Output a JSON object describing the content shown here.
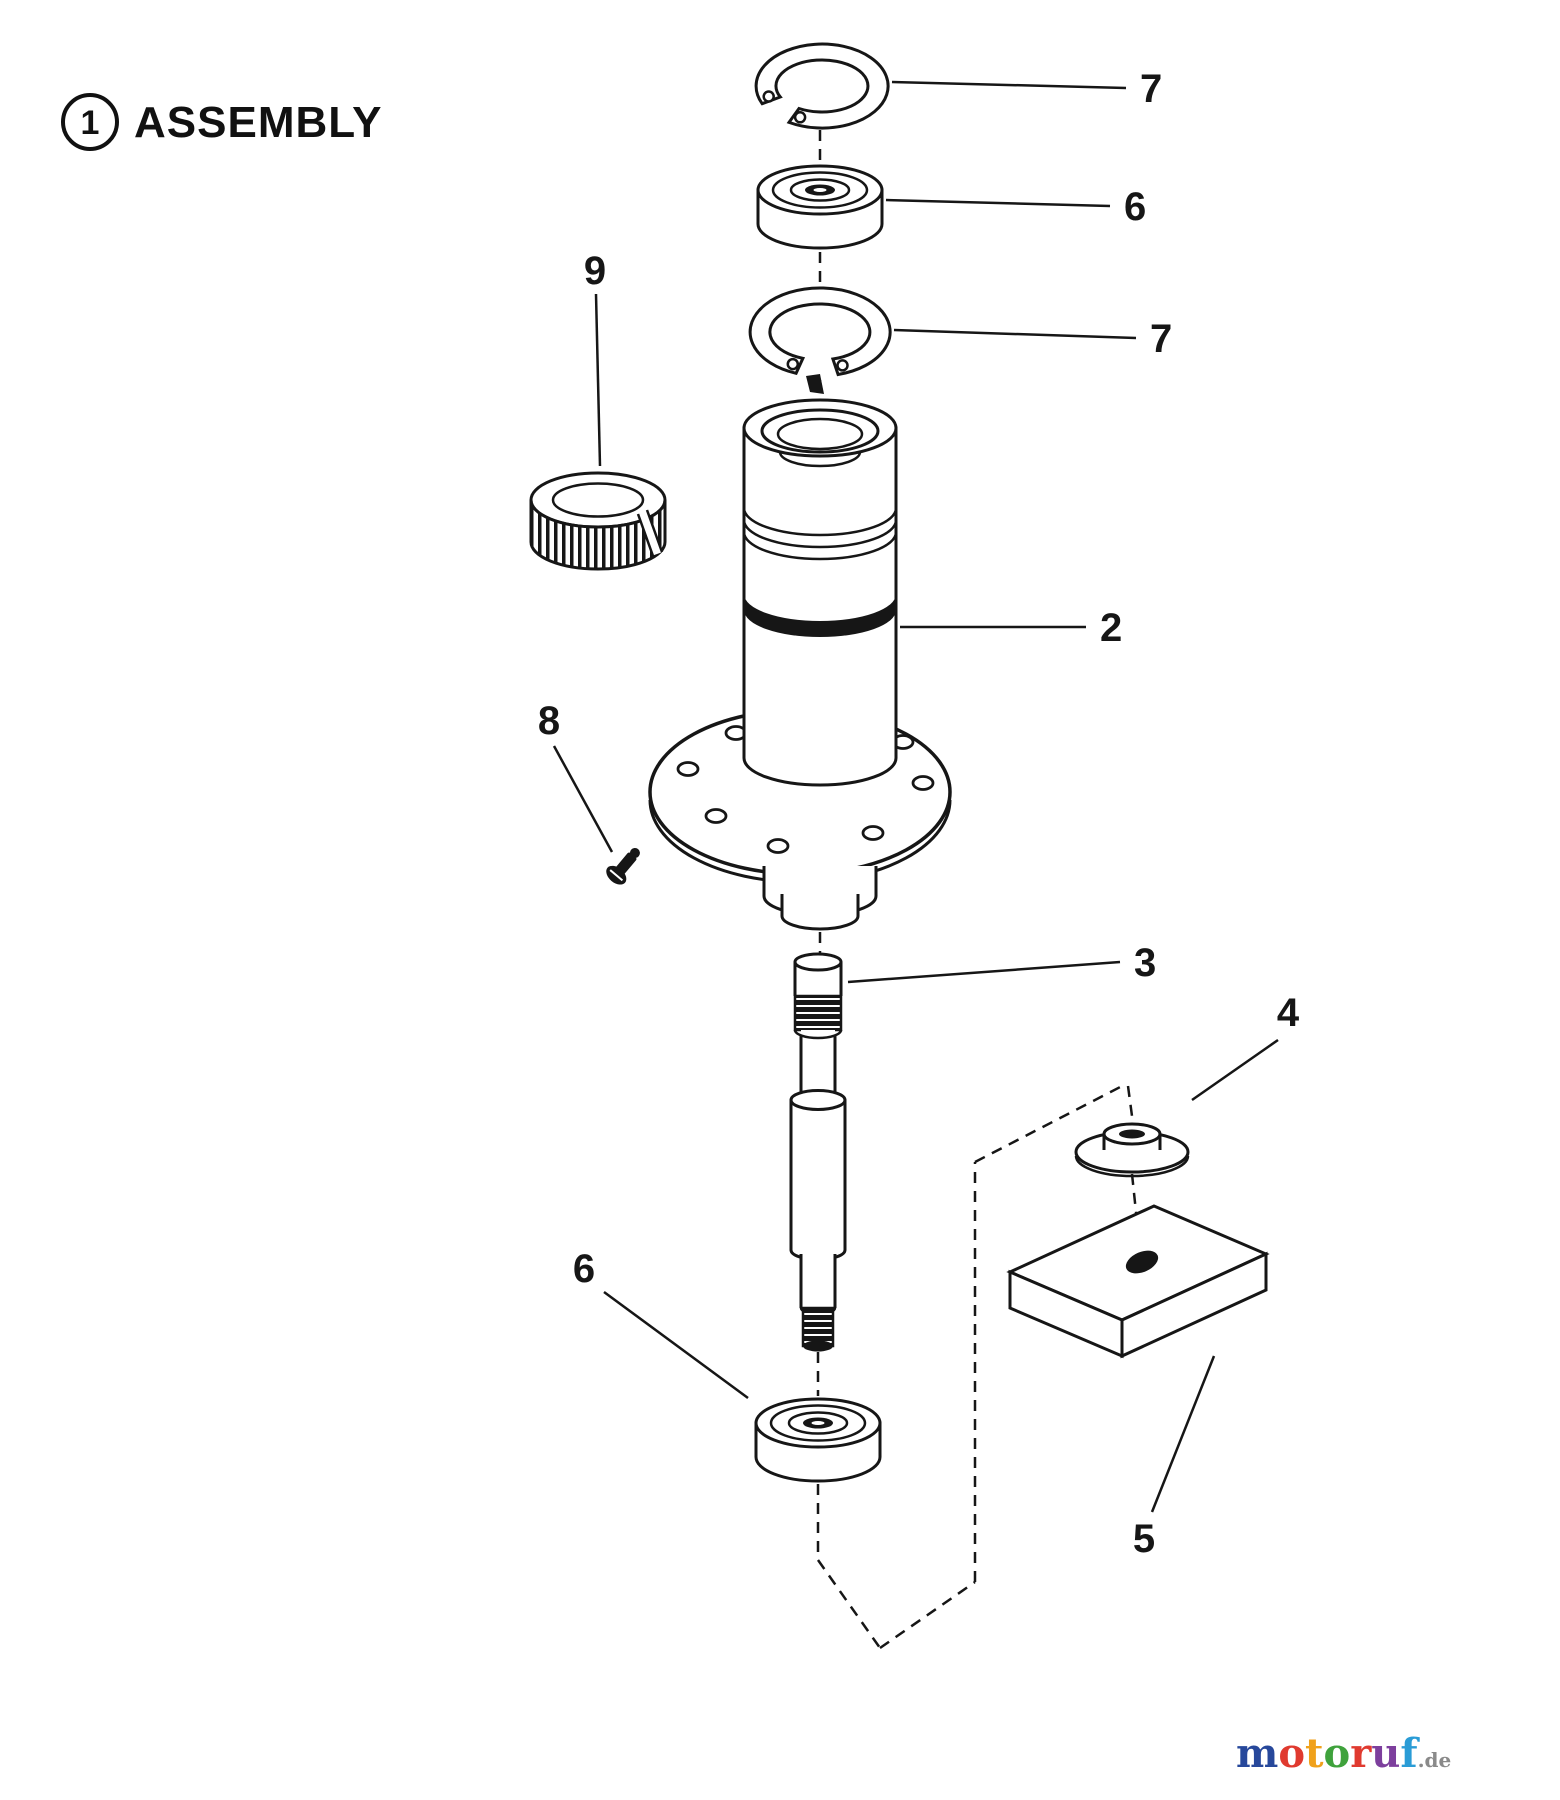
{
  "figure": {
    "number": "1",
    "title": "ASSEMBLY"
  },
  "callouts": {
    "snap_ring_top": "7",
    "bearing_top": "6",
    "snap_ring_mid": "7",
    "bearing_race": "9",
    "spindle_housing": "2",
    "grease_fitting": "8",
    "shaft": "3",
    "washer": "4",
    "bearing_bottom": "6",
    "spacer_block": "5"
  },
  "watermark": {
    "letters": [
      {
        "ch": "m",
        "color": "#27489b"
      },
      {
        "ch": "o",
        "color": "#e03a2f"
      },
      {
        "ch": "t",
        "color": "#f0a11b"
      },
      {
        "ch": "o",
        "color": "#3fa23c"
      },
      {
        "ch": "r",
        "color": "#e03a2f"
      },
      {
        "ch": "u",
        "color": "#7d3f9d"
      },
      {
        "ch": "f",
        "color": "#2a9cd6"
      }
    ],
    "suffix": ".de",
    "suffix_color": "#8a8a8a"
  }
}
